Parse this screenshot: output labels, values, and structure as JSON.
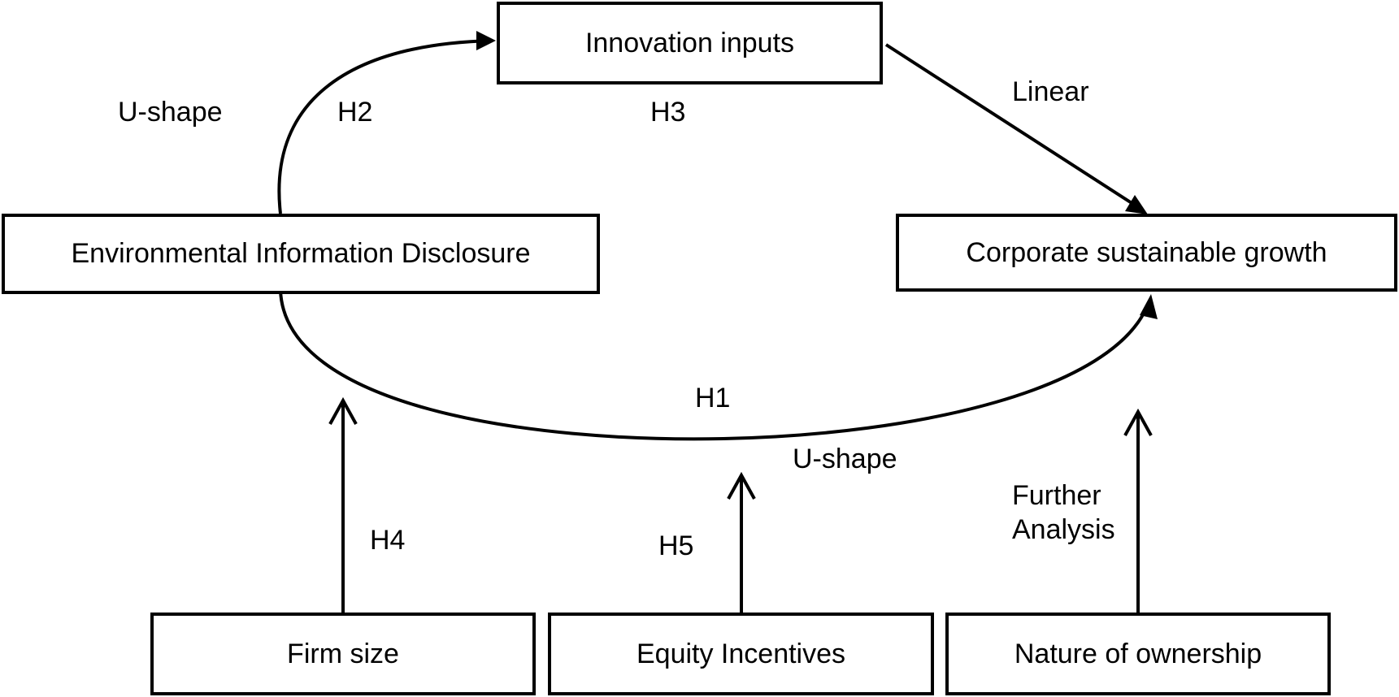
{
  "nodes": {
    "innovation_inputs": "Innovation inputs",
    "eid": "Environmental Information Disclosure",
    "csg": "Corporate sustainable growth",
    "firm_size": "Firm size",
    "equity_incentives": "Equity Incentives",
    "ownership": "Nature of ownership"
  },
  "edge_labels": {
    "h1": "H1",
    "h2": "H2",
    "h3": "H3",
    "h4": "H4",
    "h5": "H5",
    "u_shape_top": "U-shape",
    "u_shape_bottom": "U-shape",
    "linear": "Linear",
    "further_line1": "Further",
    "further_line2": "Analysis"
  }
}
